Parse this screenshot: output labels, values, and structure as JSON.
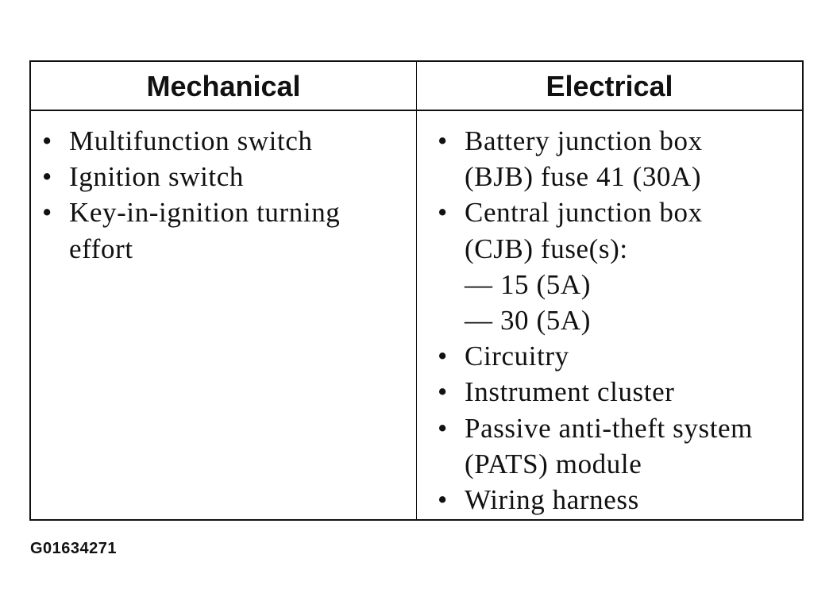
{
  "table": {
    "headers": {
      "mechanical": "Mechanical",
      "electrical": "Electrical"
    },
    "bullet_symbol": "•",
    "mechanical_items": [
      "Multifunction switch",
      "Ignition switch",
      "Key-in-ignition turning effort"
    ],
    "electrical_items": [
      "Battery junction box (BJB) fuse 41 (30A)",
      "Central junction box (CJB) fuse(s):",
      "Circuitry",
      "Instrument cluster",
      "Passive anti-theft system (PATS) module",
      "Wiring harness"
    ],
    "cjb_fuses": [
      "— 15 (5A)",
      "— 30 (5A)"
    ]
  },
  "figure_code": "G01634271"
}
